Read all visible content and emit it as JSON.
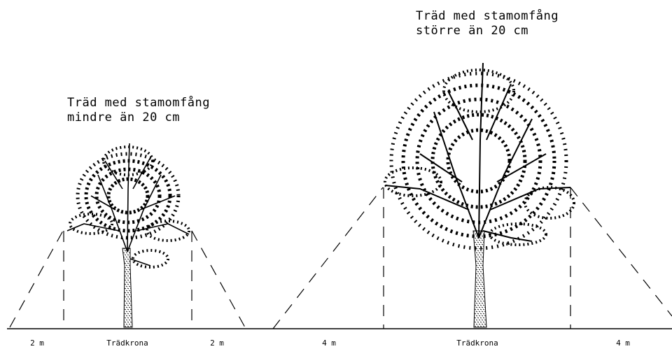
{
  "small_tree": {
    "label_line1": "Träd med stamomfång",
    "label_line2": "mindre än 20 cm",
    "dim_left": "2 m",
    "dim_crown": "Trädkrona",
    "dim_right": "2 m"
  },
  "large_tree": {
    "label_line1": "Träd med stamomfång",
    "label_line2": "större än 20 cm",
    "dim_left": "4 m",
    "dim_crown": "Trädkrona",
    "dim_right": "4 m"
  },
  "colors": {
    "ink": "#000000",
    "background": "#ffffff"
  },
  "icons": [
    "small-tree-icon",
    "large-tree-icon"
  ]
}
